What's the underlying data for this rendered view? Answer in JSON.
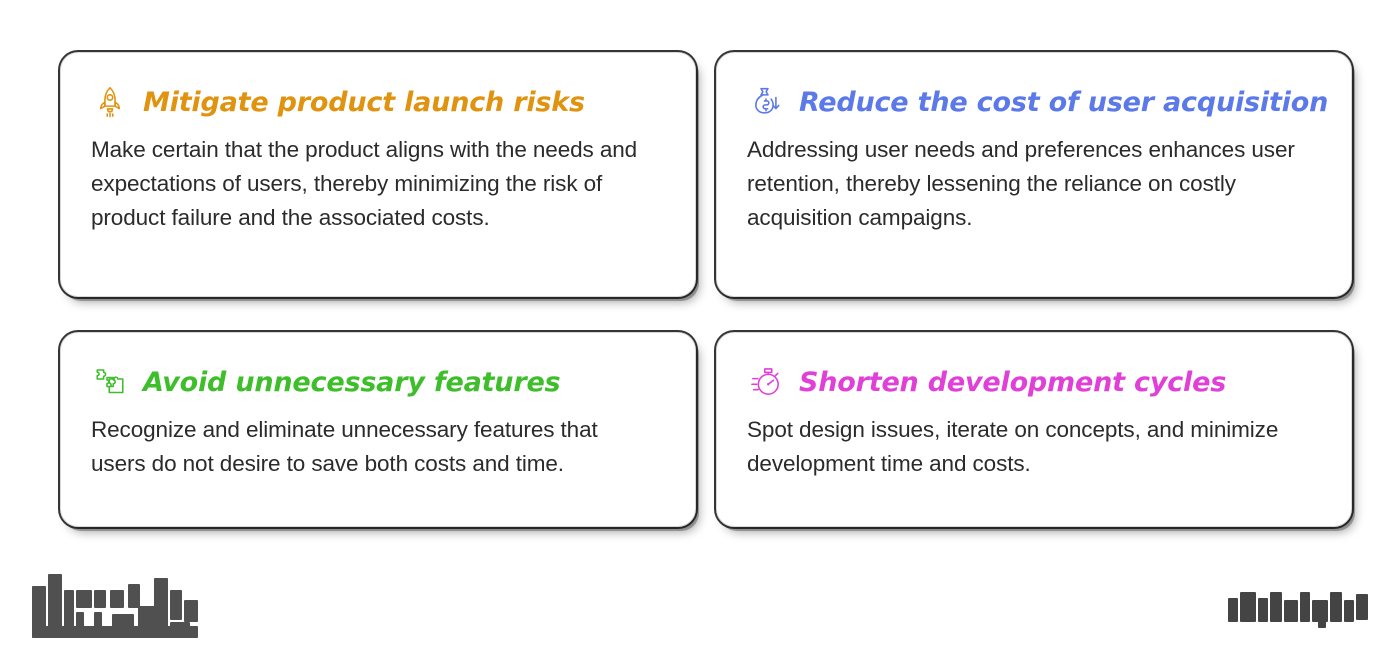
{
  "background_color": "#ffffff",
  "cards": [
    {
      "id": "mitigate-product-launch-risks",
      "icon": "rocket-icon",
      "accent_color": "#E0930F",
      "title": "Mitigate product launch risks",
      "body": "Make certain that the product aligns with the needs and expectations of users, thereby minimizing the risk of product failure and the associated costs."
    },
    {
      "id": "reduce-cost-of-user-acquisition",
      "icon": "money-bag-down-arrow-icon",
      "accent_color": "#5B79E8",
      "title": "Reduce the cost of user acquisition",
      "body": "Addressing user needs and preferences enhances user retention, thereby lessening the reliance on costly acquisition campaigns."
    },
    {
      "id": "avoid-unnecessary-features",
      "icon": "puzzle-pieces-icon",
      "accent_color": "#3DBE2A",
      "title": "Avoid unnecessary features",
      "body": "Recognize and eliminate unnecessary features that users do not desire to save both costs and time."
    },
    {
      "id": "shorten-development-cycles",
      "icon": "stopwatch-icon",
      "accent_color": "#E040D8",
      "title": "Shorten development cycles",
      "body": "Spot design issues, iterate on concepts, and minimize development time and costs."
    }
  ],
  "body_text_color": "#2b2b2b",
  "watermarks": {
    "left": {
      "name": "obscured-watermark-left",
      "visible_text": ""
    },
    "right": {
      "name": "obscured-watermark-right",
      "visible_text": ""
    }
  }
}
